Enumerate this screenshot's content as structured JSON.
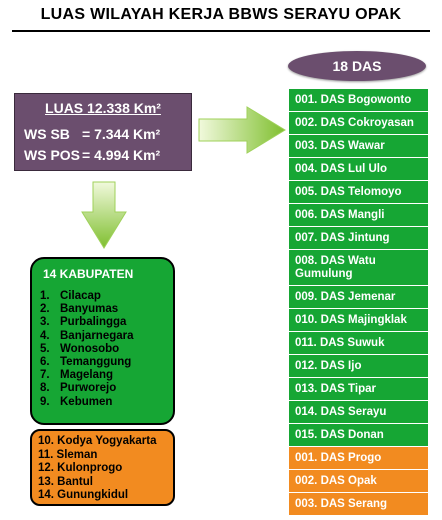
{
  "title": "LUAS WILAYAH KERJA BBWS SERAYU OPAK",
  "luas": {
    "title": "LUAS 12.338 Km²",
    "rows": [
      {
        "label": "WS SB",
        "value": "= 7.344 Km²"
      },
      {
        "label": "WS POS",
        "value": "= 4.994 Km²"
      }
    ]
  },
  "das": {
    "header": "18 DAS",
    "items": [
      {
        "label": "001. DAS Bogowonto",
        "group": "green"
      },
      {
        "label": "002. DAS Cokroyasan",
        "group": "green"
      },
      {
        "label": "003. DAS Wawar",
        "group": "green"
      },
      {
        "label": "004. DAS Lul Ulo",
        "group": "green"
      },
      {
        "label": "005. DAS Telomoyo",
        "group": "green"
      },
      {
        "label": "006. DAS Mangli",
        "group": "green"
      },
      {
        "label": "007. DAS Jintung",
        "group": "green"
      },
      {
        "label": "008. DAS Watu Gumulung",
        "group": "green"
      },
      {
        "label": "009. DAS Jemenar",
        "group": "green"
      },
      {
        "label": "010. DAS Majingklak",
        "group": "green"
      },
      {
        "label": "011. DAS Suwuk",
        "group": "green"
      },
      {
        "label": "012. DAS Ijo",
        "group": "green"
      },
      {
        "label": "013. DAS Tipar",
        "group": "green"
      },
      {
        "label": "014. DAS Serayu",
        "group": "green"
      },
      {
        "label": "015. DAS Donan",
        "group": "green"
      },
      {
        "label": "001. DAS Progo",
        "group": "orange"
      },
      {
        "label": "002. DAS Opak",
        "group": "orange"
      },
      {
        "label": "003. DAS Serang",
        "group": "orange"
      }
    ]
  },
  "kabupaten": {
    "title": "14 KABUPATEN",
    "green_items": [
      {
        "num": "1.",
        "name": "Cilacap"
      },
      {
        "num": "2.",
        "name": "Banyumas"
      },
      {
        "num": "3.",
        "name": "Purbalingga"
      },
      {
        "num": "4.",
        "name": "Banjarnegara"
      },
      {
        "num": "5.",
        "name": "Wonosobo"
      },
      {
        "num": "6.",
        "name": "Temanggung"
      },
      {
        "num": "7.",
        "name": "Magelang"
      },
      {
        "num": "8.",
        "name": "Purworejo"
      },
      {
        "num": "9.",
        "name": "Kebumen"
      }
    ],
    "orange_items": [
      "10. Kodya Yogyakarta",
      "11. Sleman",
      "12. Kulonprogo",
      "13. Bantul",
      "14. Gunungkidul"
    ]
  },
  "colors": {
    "purple": "#6b4e6e",
    "green": "#16a634",
    "orange": "#f28b20",
    "arrow_light": "#d7eea5",
    "arrow_dark": "#8cc63f"
  }
}
